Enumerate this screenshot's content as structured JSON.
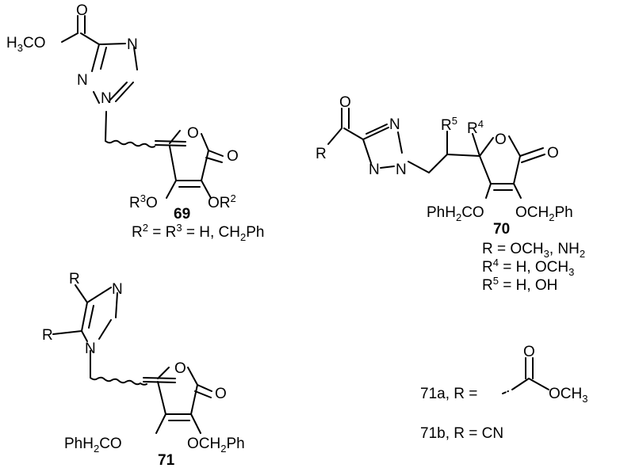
{
  "atoms": {
    "O": "O",
    "N": "N",
    "R": "R",
    "h3co": "H",
    "h3co_3": "3",
    "h3co_co": "CO",
    "or2_o": "OR",
    "or2_2": "2",
    "r3o_r": "R",
    "r3o_3": "3",
    "r3o_o": "O",
    "r4_r": "R",
    "r4_4": "4",
    "r5_r": "R",
    "r5_5": "5",
    "phh2co_a": "PhH",
    "phh2co_2": "2",
    "phh2co_b": "CO",
    "och2ph_a": "OCH",
    "och2ph_2": "2",
    "och2ph_b": "Ph",
    "och3_a": "OCH",
    "och3_3": "3"
  },
  "labels": {
    "c69": "69",
    "c70": "70",
    "c71": "71",
    "c71a": "71a",
    "c71b": "71b"
  },
  "definitions": {
    "d69_a": "R",
    "d69_b": "2",
    "d69_c": " = R",
    "d69_d": "3",
    "d69_e": " = H, CH",
    "d69_f": "2",
    "d69_g": "Ph",
    "d70_r_a": "R = OCH",
    "d70_r_b": "3",
    "d70_r_c": ", NH",
    "d70_r_d": "2",
    "d70_r4_a": "R",
    "d70_r4_b": "4",
    "d70_r4_c": " = H, OCH",
    "d70_r4_d": "3",
    "d70_r5_a": "R",
    "d70_r5_b": "5",
    "d70_r5_c": " = H, OH",
    "d71a_suffix": ", R =",
    "d71b_suffix": ", R = CN"
  }
}
